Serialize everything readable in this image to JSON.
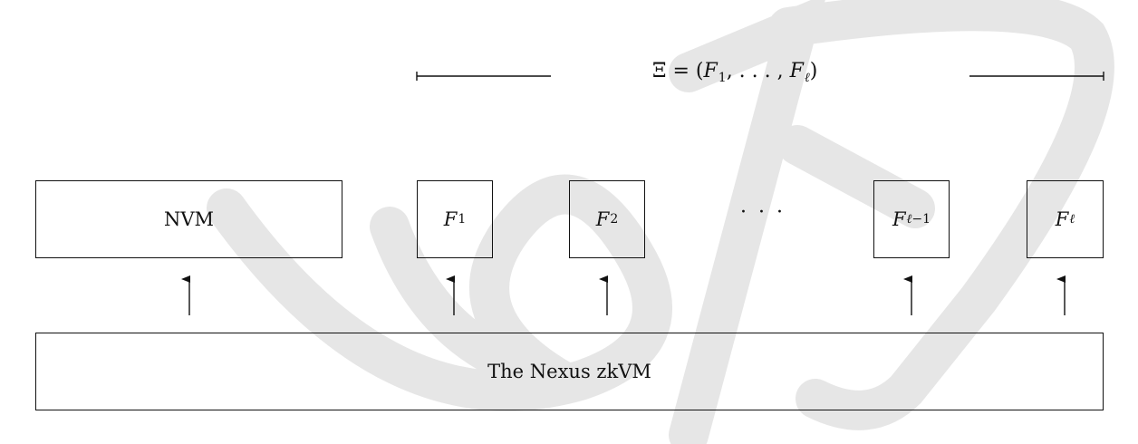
{
  "watermark": {
    "color": "#e6e6e6"
  },
  "colors": {
    "stroke": "#111111",
    "background": "#ffffff"
  },
  "sequence_label": {
    "xi": "Ξ",
    "eq_open": " = (",
    "f": "F",
    "sub1": "1",
    "mid": ", . . . , ",
    "f2": "F",
    "sub_l": "ℓ",
    "close": ")"
  },
  "nodes": {
    "nvm": "NVM",
    "f1": {
      "main": "F",
      "sub": "1"
    },
    "f2": {
      "main": "F",
      "sub": "2"
    },
    "ellipsis": "· · ·",
    "f_lminus1": {
      "main": "F",
      "sub_var": "ℓ",
      "sub_rest": "−1"
    },
    "f_l": {
      "main": "F",
      "sub_var": "ℓ"
    }
  },
  "base": {
    "label": "The Nexus zkVM"
  }
}
